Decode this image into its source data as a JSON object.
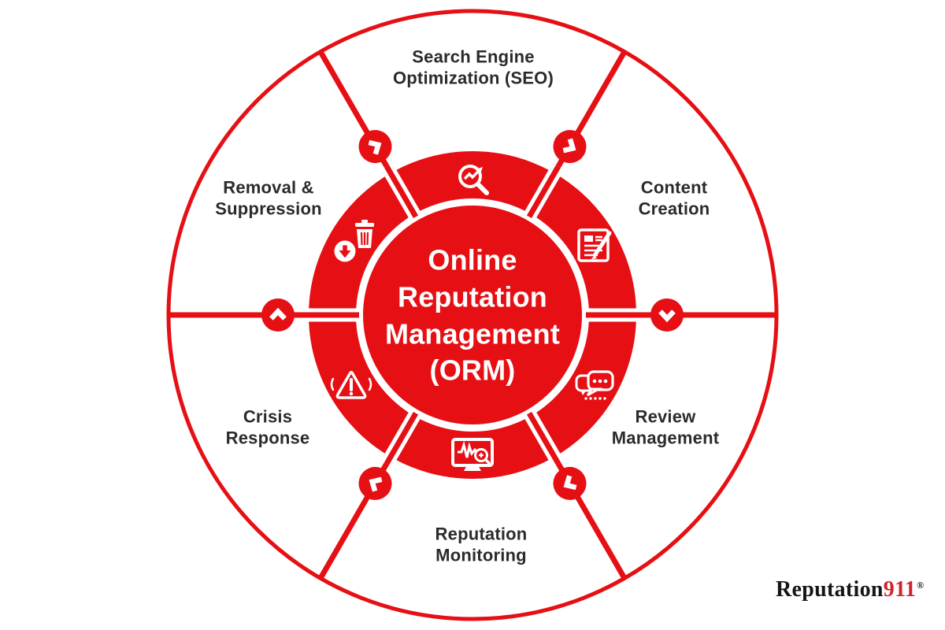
{
  "wheel": {
    "center_title": {
      "line1": "Online",
      "line2": "Reputation",
      "line3": "Management",
      "line4": "(ORM)"
    },
    "segments": [
      {
        "name": "Search Engine Optimization (SEO)",
        "line1": "Search Engine",
        "line2": "Optimization (SEO)",
        "icon": "magnifier-trend-icon",
        "position": "top"
      },
      {
        "name": "Content Creation",
        "line1": "Content",
        "line2": "Creation",
        "icon": "document-pencil-icon",
        "position": "upper-right"
      },
      {
        "name": "Review Management",
        "line1": "Review",
        "line2": "Management",
        "icon": "chat-bubbles-icon",
        "position": "lower-right"
      },
      {
        "name": "Reputation Monitoring",
        "line1": "Reputation",
        "line2": "Monitoring",
        "icon": "monitor-magnifier-icon",
        "position": "bottom"
      },
      {
        "name": "Crisis Response",
        "line1": "Crisis",
        "line2": "Response",
        "icon": "warning-triangle-icon",
        "position": "lower-left"
      },
      {
        "name": "Removal & Suppression",
        "line1": "Removal &",
        "line2": "Suppression",
        "icon": "trash-download-icon",
        "position": "upper-left"
      }
    ],
    "flow_direction": "clockwise",
    "connector_icon": "chevron"
  },
  "colors": {
    "wheel_red": "#E60F14",
    "label_text": "#2B2B2D",
    "background": "#FFFFFF",
    "logo_text": "#161616",
    "logo_accent": "#D2222A"
  },
  "logo": {
    "brand": "Reputation",
    "suffix": "911",
    "registered_mark": "®"
  }
}
